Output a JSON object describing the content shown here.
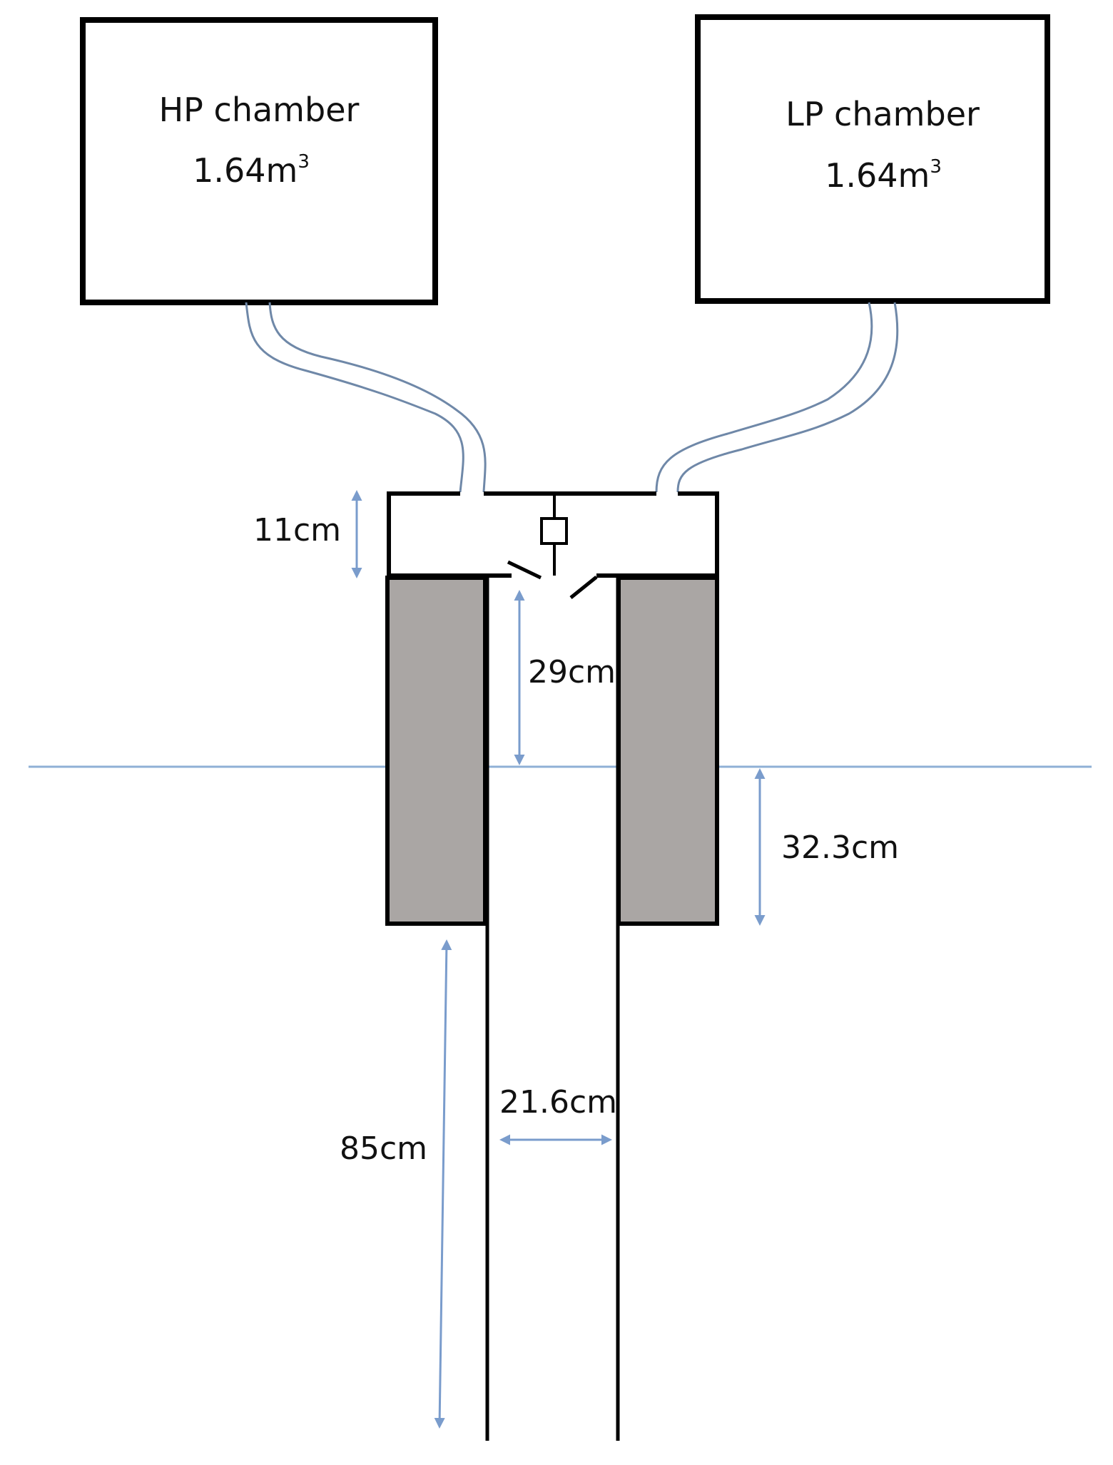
{
  "chambers": {
    "hp": {
      "name": "HP chamber",
      "volume": "1.64m",
      "volume_sup": "3"
    },
    "lp": {
      "name": "LP chamber",
      "volume": "1.64m",
      "volume_sup": "3"
    }
  },
  "dimensions": {
    "header_height": "11cm",
    "upper_tube_length": "29cm",
    "submerged_depth": "32.3cm",
    "lower_tube_length": "85cm",
    "tube_diameter": "21.6cm"
  },
  "colors": {
    "outline": "#000000",
    "hose": "#6f88a8",
    "water_line": "#8fb0d6",
    "arrow": "#7a9ccc",
    "float": "#aaa6a4"
  }
}
